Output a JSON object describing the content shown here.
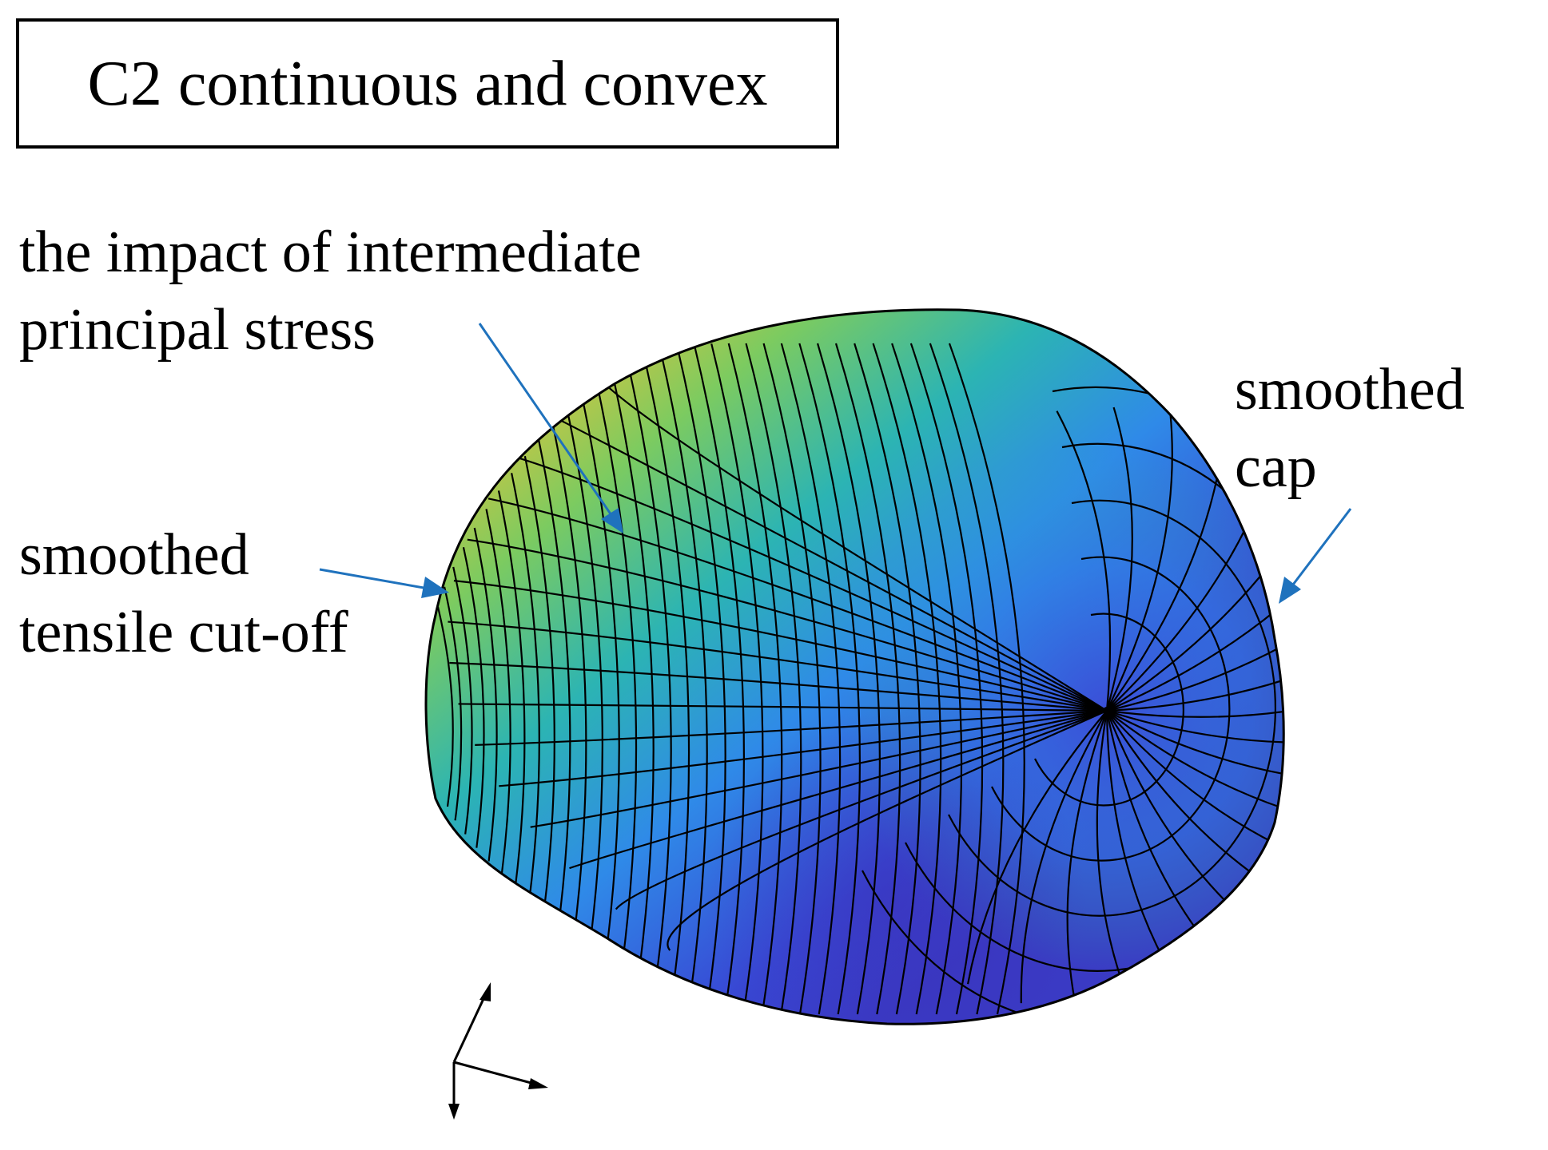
{
  "title": "C2 continuous and convex",
  "annotations": {
    "intermediate_stress": [
      "the impact of intermediate",
      "principal stress"
    ],
    "tensile_cutoff": [
      "smoothed",
      "tensile cut-off"
    ],
    "cap": [
      "smoothed",
      "cap"
    ]
  },
  "colors": {
    "arrow": "#1f72bd",
    "surface_yellow": "#f2c137",
    "surface_green": "#6fc96b",
    "surface_teal": "#28b6b0",
    "surface_blue": "#2f88e6",
    "surface_indigo": "#3a3fc8",
    "mesh": "#000000"
  }
}
